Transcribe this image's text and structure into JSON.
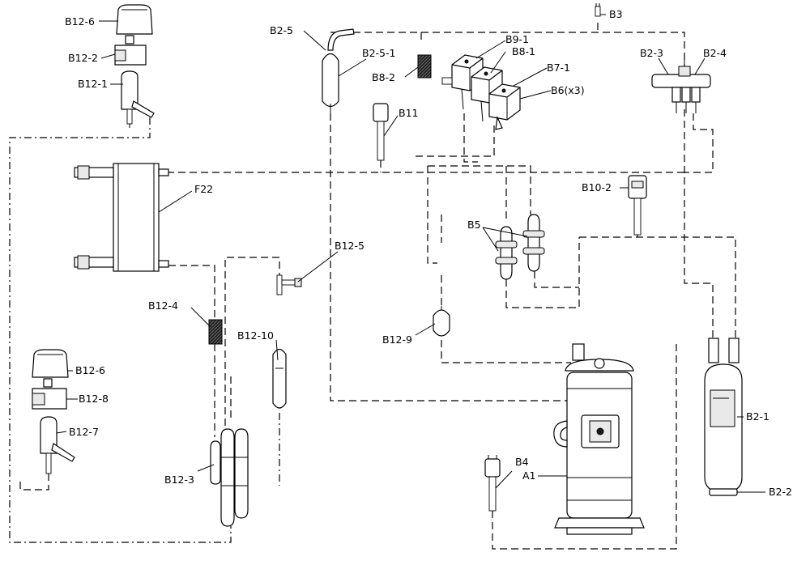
{
  "labels": {
    "B12_6_top": "B12-6",
    "B12_2": "B12-2",
    "B12_1": "B12-1",
    "B2_5": "B2-5",
    "B2_5_1": "B2-5-1",
    "B8_2": "B8-2",
    "B9_1": "B9-1",
    "B8_1": "B8-1",
    "B7_1": "B7-1",
    "B6": "B6(x3)",
    "B3": "B3",
    "B2_3": "B2-3",
    "B2_4": "B2-4",
    "B11": "B11",
    "F22": "F22",
    "B10_2": "B10-2",
    "B5": "B5",
    "B12_5": "B12-5",
    "B12_4": "B12-4",
    "B12_10": "B12-10",
    "B12_9": "B12-9",
    "B12_6_bottom": "B12-6",
    "B12_8": "B12-8",
    "B12_7": "B12-7",
    "B12_3": "B12-3",
    "B4": "B4",
    "A1": "A1",
    "B2_1": "B2-1",
    "B2_2": "B2-2"
  },
  "colors": {
    "line": "#000000",
    "background": "#ffffff",
    "filter_fill": "#1a1a1a"
  }
}
